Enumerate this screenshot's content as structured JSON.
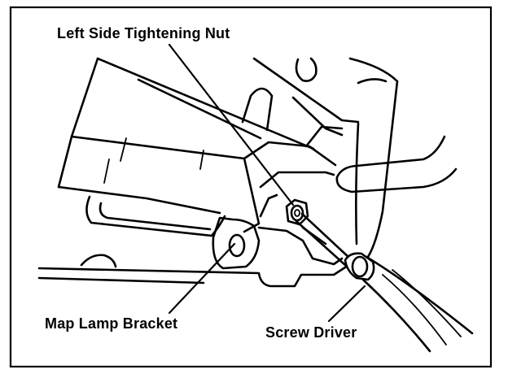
{
  "callouts": {
    "left_side_nut": "Left Side Tightening Nut",
    "map_lamp_bracket": "Map Lamp Bracket",
    "screw_driver": "Screw Driver"
  }
}
